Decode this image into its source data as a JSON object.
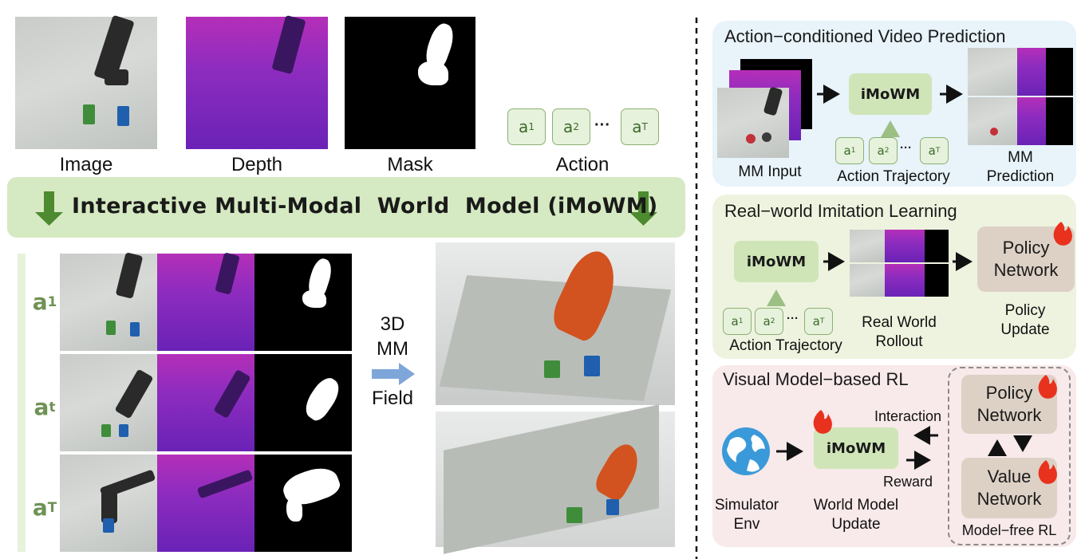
{
  "top_inputs": {
    "image_label": "Image",
    "depth_label": "Depth",
    "mask_label": "Mask",
    "action_label": "Action",
    "tokens": [
      "a1",
      "a2",
      "aT"
    ],
    "ellipsis": "···"
  },
  "banner": {
    "title": "Interactive Multi-Modal  World  Model (iMoWM)"
  },
  "rows": {
    "labels": [
      "a1",
      "at",
      "aT"
    ]
  },
  "field": {
    "line1": "3D",
    "line2": "MM",
    "line3": "Field"
  },
  "panel_video": {
    "title": "Action−conditioned Video Prediction",
    "model": "iMoWM",
    "input_label": "MM Input",
    "trajectory_label": "Action Trajectory",
    "prediction_label": "MM Prediction"
  },
  "panel_il": {
    "title": "Real−world Imitation Learning",
    "model": "iMoWM",
    "policy_box": "Policy Network",
    "policy_update": "Policy Update",
    "rollout_label": "Real World Rollout",
    "trajectory_label": "Action Trajectory"
  },
  "panel_rl": {
    "title": "Visual Model−based RL",
    "model": "iMoWM",
    "interaction": "Interaction",
    "reward": "Reward",
    "sim_line1": "Simulator",
    "sim_line2": "Env",
    "wm_line1": "World Model",
    "wm_line2": "Update",
    "policy_box": "Policy Network",
    "value_box": "Value Network",
    "model_free": "Model−free RL"
  },
  "colors": {
    "banner_green": "#d5eac2",
    "token_green": "#3d6b2a",
    "panel_blue": "#e8f3fa",
    "panel_green": "#eef3df",
    "panel_pink": "#f8e9ea",
    "model_box": "#cfe5b8",
    "policy_box": "#ddd1c6",
    "arrow_blue": "#7ea6d8",
    "flame": "#e8321e"
  }
}
